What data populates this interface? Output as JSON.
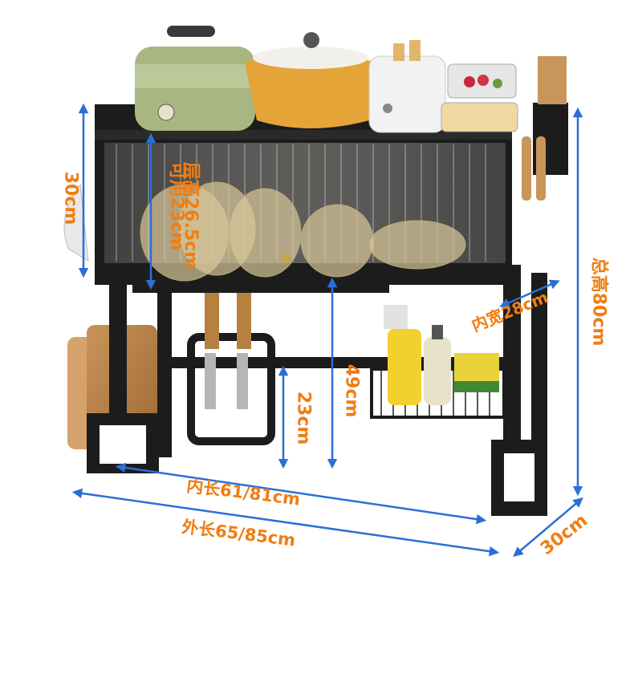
{
  "labels": {
    "layer_height": "层高26.5cm",
    "usable_height": "可用23cm",
    "left_height": "30cm",
    "total_height": "总高80cm",
    "inner_width": "内宽28cm",
    "lower_49": "49cm",
    "lower_23": "23cm",
    "inner_length": "内长61/81cm",
    "outer_length": "外长65/85cm",
    "depth": "30cm"
  },
  "colors": {
    "label_orange": "#f07d12",
    "dimension_blue": "#2a6fd6",
    "frame_black": "#1c1c1c"
  }
}
